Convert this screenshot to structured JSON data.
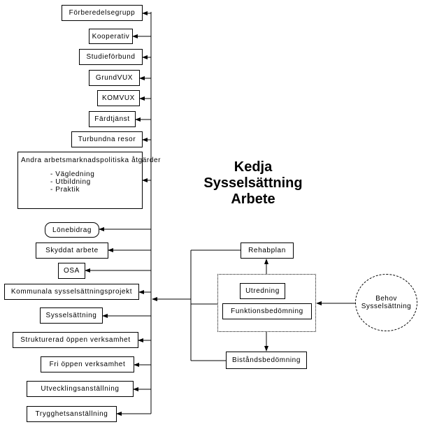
{
  "title": {
    "line1": "Kedja",
    "line2": "Sysselsättning",
    "line3": "Arbete"
  },
  "left_boxes": {
    "forberedelsegrupp": "Förberedelsegrupp",
    "kooperativ": "Kooperativ",
    "studieforbund": "Studieförbund",
    "grundvux": "GrundVUX",
    "komvux": "KOMVUX",
    "fardtjanst": "Färdtjänst",
    "turbundna_resor": "Turbundna resor",
    "andra": {
      "title": "Andra arbetsmarknadspolitiska åtgärder",
      "items": [
        "- Vägledning",
        "- Utbildning",
        "- Praktik"
      ]
    },
    "lonebidrag": "Lönebidrag",
    "skyddat_arbete": "Skyddat arbete",
    "osa": "OSA",
    "kommunala": "Kommunala sysselsättningsprojekt",
    "sysselsattning": "Sysselsättning",
    "strukturerad": "Strukturerad öppen verksamhet",
    "fri": "Fri öppen verksamhet",
    "utvecklingsanstallning": "Utvecklingsanställning",
    "trygghetsanstallning": "Trygghetsanställning"
  },
  "right_boxes": {
    "rehabplan": "Rehabplan",
    "utredning": "Utredning",
    "funktionsbedomning": "Funktionsbedömning",
    "bistandsbedomning": "Biståndsbedömning",
    "behov": {
      "line1": "Behov",
      "line2": "Sysselsättning"
    }
  }
}
